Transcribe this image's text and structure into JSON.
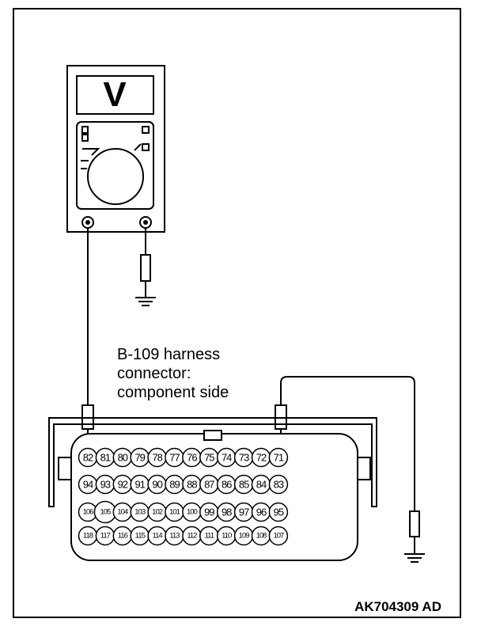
{
  "label": {
    "line1": "B-109 harness",
    "line2": "connector:",
    "line3": "component side"
  },
  "figure_code": "AK704309 AD",
  "meter_display": "V",
  "pins": [
    [
      "82",
      "81",
      "80",
      "79",
      "78",
      "77",
      "76",
      "75",
      "74",
      "73",
      "72",
      "71"
    ],
    [
      "94",
      "93",
      "92",
      "91",
      "90",
      "89",
      "88",
      "87",
      "86",
      "85",
      "84",
      "83"
    ],
    [
      "106",
      "105",
      "104",
      "103",
      "102",
      "101",
      "100",
      "99",
      "98",
      "97",
      "96",
      "95"
    ],
    [
      "118",
      "117",
      "116",
      "115",
      "114",
      "113",
      "112",
      "111",
      "110",
      "109",
      "108",
      "107"
    ]
  ]
}
